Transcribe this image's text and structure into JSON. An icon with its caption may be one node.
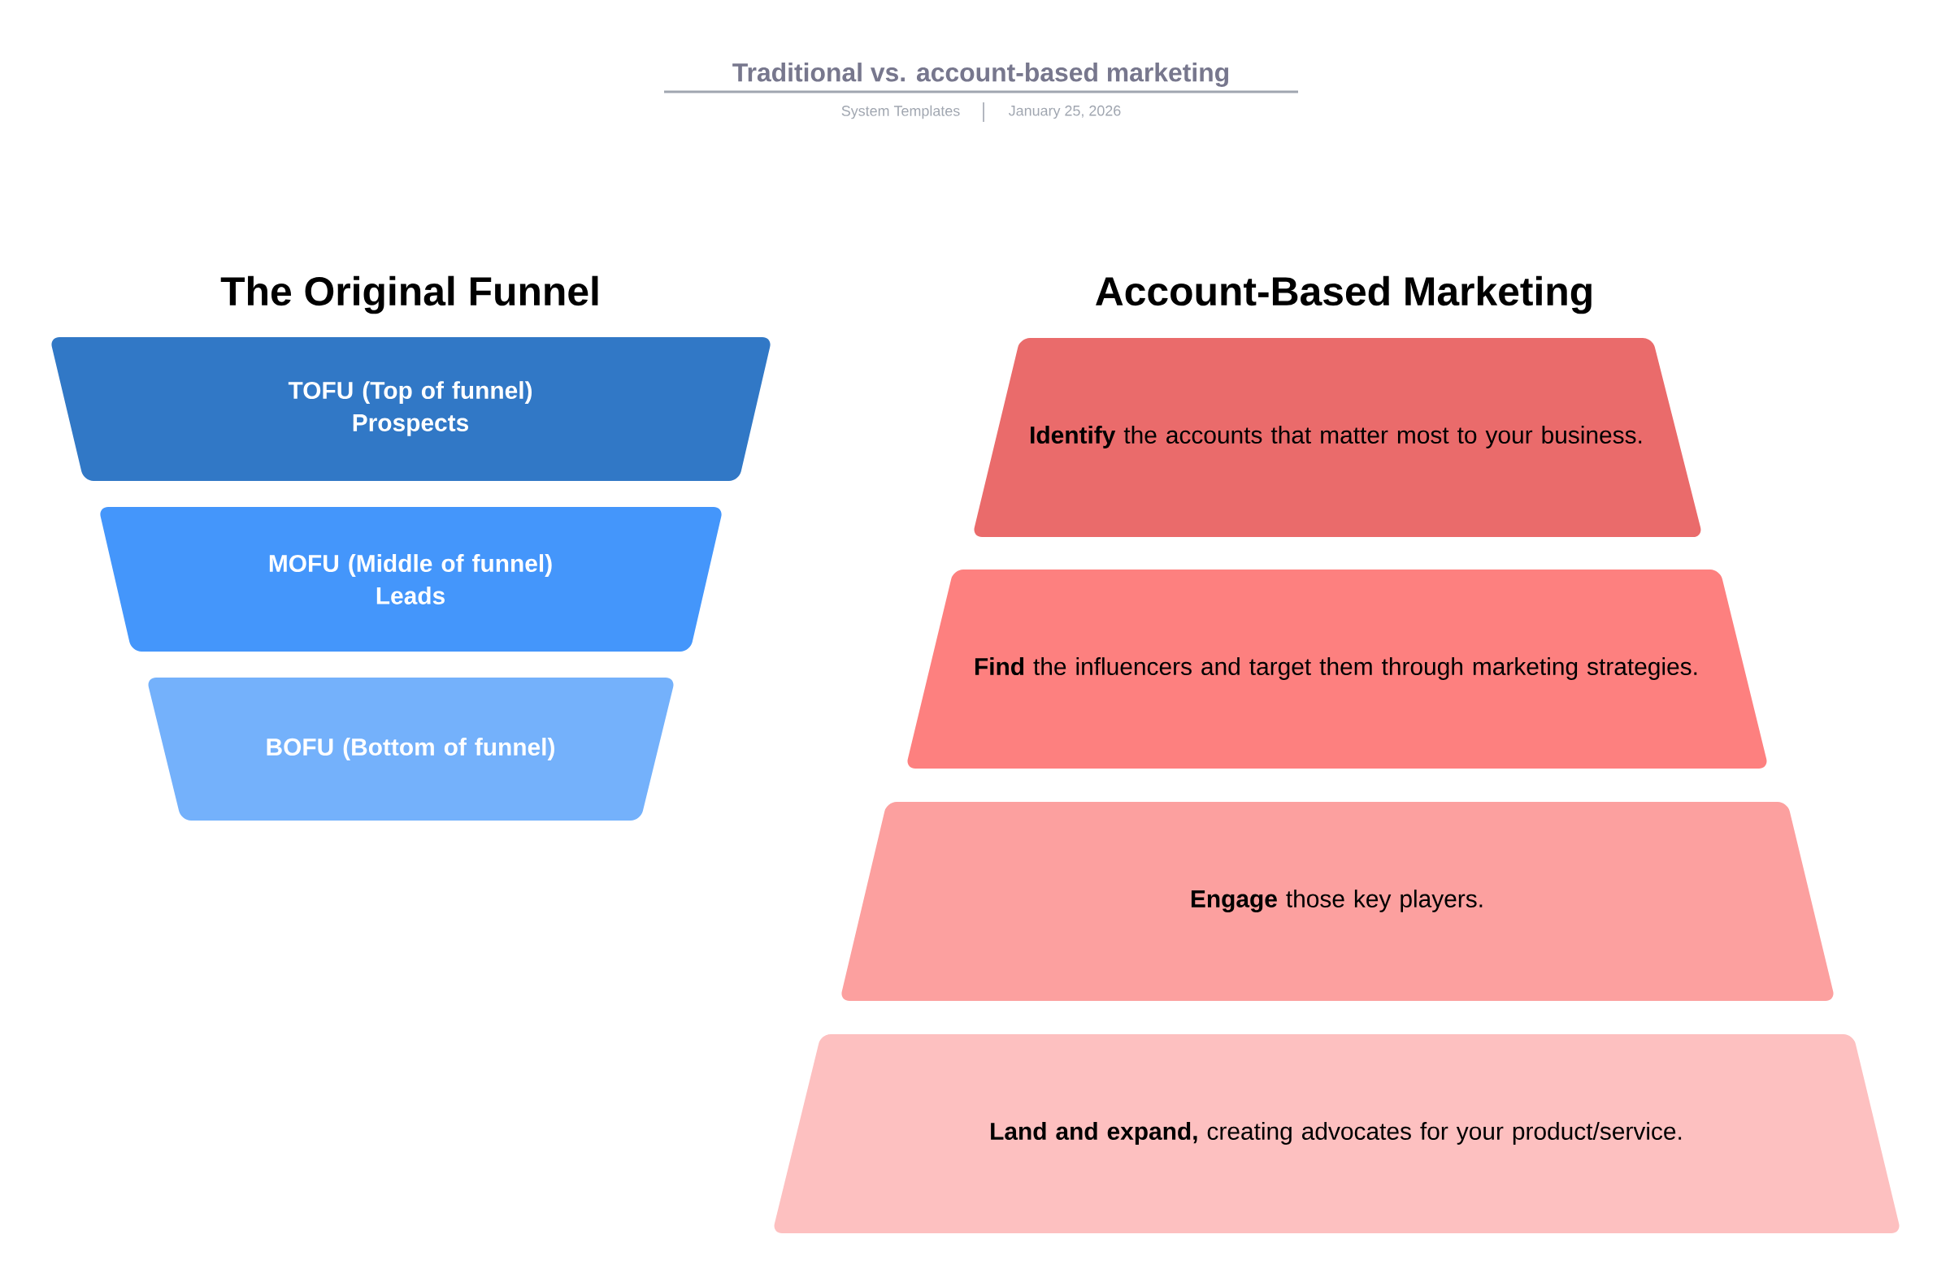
{
  "diagram": {
    "title": "Traditional vs. account-based marketing",
    "nodes": [
      {
        "text": [
          "TOFU (Top of funnel)",
          "Prospects"
        ]
      },
      {
        "text": [
          "MOFU (Middle of funnel)",
          "Leads"
        ]
      },
      {
        "text": [
          "BOFU (Bottom of funnel)"
        ]
      },
      {
        "text": [
          "**Identify** the accounts that matter most to your business."
        ]
      },
      {
        "text": [
          "**Find** the influencers and target them through marketing strategies."
        ]
      },
      {
        "text": [
          "**Engage** those key players."
        ]
      },
      {
        "text": [
          "**Land and expand,** creating advocates for your product/service."
        ]
      }
    ],
    "edges": [],
    "labels": [
      "System Templates",
      "January 25, 2026",
      "The Original Funnel",
      "Account-Based Marketing"
    ]
  }
}
